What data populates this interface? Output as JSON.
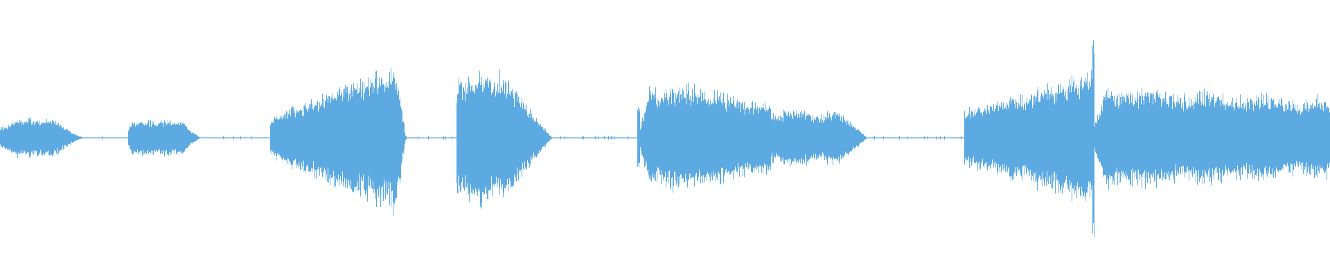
{
  "waveform": {
    "color": "#5DAAE2",
    "background": "#FFFFFF",
    "duration_fraction_segments": [
      {
        "start": 0.0,
        "end": 0.063,
        "attack": 0.2,
        "release": 0.35,
        "amp": 0.065,
        "density": 0.55,
        "shape": "flat"
      },
      {
        "start": 0.096,
        "end": 0.151,
        "attack": 0.05,
        "release": 0.25,
        "amp": 0.06,
        "density": 0.55,
        "shape": "flat"
      },
      {
        "start": 0.203,
        "end": 0.305,
        "attack": 0.9,
        "release": 0.07,
        "amp": 0.24,
        "density": 0.85,
        "shape": "swell"
      },
      {
        "start": 0.343,
        "end": 0.415,
        "attack": 0.05,
        "release": 0.42,
        "amp": 0.23,
        "density": 0.85,
        "shape": "block"
      },
      {
        "start": 0.479,
        "end": 0.652,
        "attack": 0.05,
        "release": 0.12,
        "amp": 0.18,
        "density": 0.9,
        "shape": "two-step"
      },
      {
        "start": 0.725,
        "end": 1.0,
        "attack": 0.55,
        "release": 0.05,
        "amp": 0.24,
        "density": 0.9,
        "shape": "crescendo-then-sustain"
      }
    ],
    "silence_amp": 0.004,
    "spike_fraction": 0.822,
    "spike_amp": 0.33
  }
}
